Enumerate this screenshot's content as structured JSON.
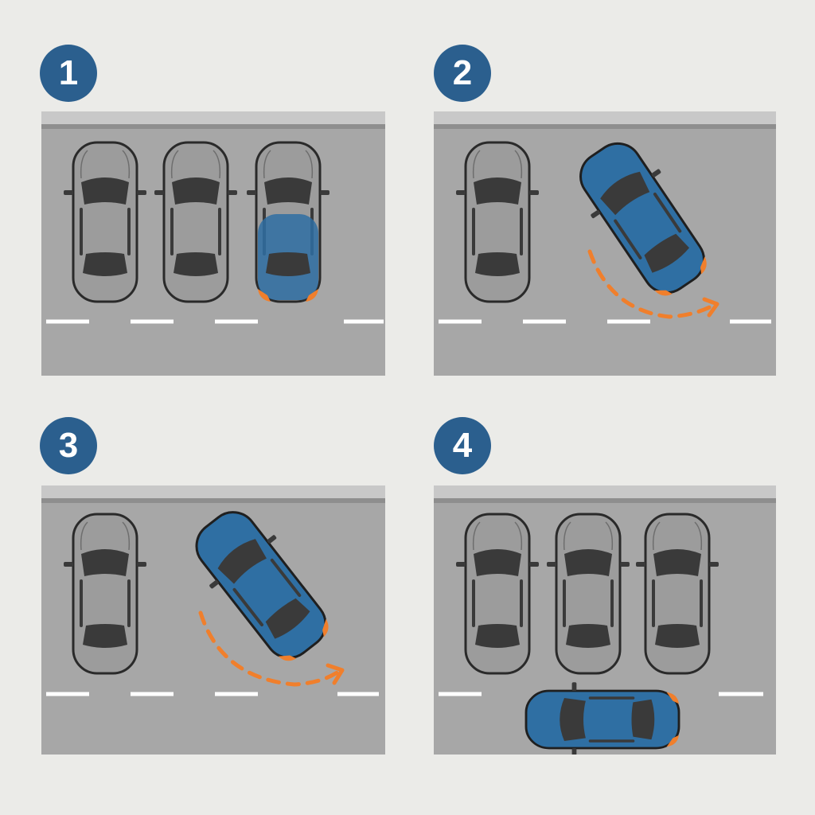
{
  "steps": [
    {
      "label": "1"
    },
    {
      "label": "2"
    },
    {
      "label": "3"
    },
    {
      "label": "4"
    }
  ],
  "colors": {
    "background": "#ebebe8",
    "badge": "#2b5f8e",
    "road": "#a7a7a7",
    "parked_car": "#9c9c9c",
    "moving_car": "#2f6fa3",
    "path_arrow": "#f07f2c",
    "lane_marking": "#ffffff"
  },
  "icons": {
    "parked_car": "car-top-view-gray",
    "moving_car": "car-top-view-blue",
    "path_arrow": "dashed-curved-arrow"
  }
}
